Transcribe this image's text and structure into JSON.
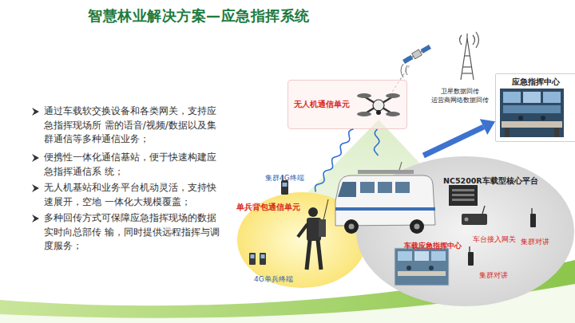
{
  "diagram": {
    "title": "智慧林业解决方案—应急指挥系统",
    "nodes": [
      {
        "text": [
          "应急指挥中心"
        ]
      },
      {
        "text": [
          "无人机通信单元"
        ]
      },
      {
        "text": [
          "单兵背包通信单元"
        ]
      },
      {
        "text": [
          "NC5200R车载型核心平台"
        ]
      }
    ],
    "edges": [
      {
        "from": 1,
        "to": 3,
        "arrow": "none"
      },
      {
        "from": 1,
        "to": 2,
        "arrow": "none"
      },
      {
        "from": 3,
        "to": 0,
        "arrow": "to"
      }
    ],
    "labels": [
      "通过车载软交换设备和各类网关，支持应急指挥现场所 需的语音/视频/数据以及集群通信等多种通信业务；",
      "便携性一体化通信基站，便于快速构建应急指挥通信系 统；",
      "无人机基站和业务平台机动灵活，支持快速展开，空地 一体化大规模覆盖；",
      "多种回传方式可保障应急指挥现场的数据实时向总部传 输，同时提供远程指挥与调度服务；",
      "卫星数据回传",
      "运营商网络数据回传",
      "集群4G终端",
      "4G单兵终端",
      "车载应急指挥中心",
      "车台接入网关",
      "集群对讲",
      "集群对讲"
    ]
  }
}
